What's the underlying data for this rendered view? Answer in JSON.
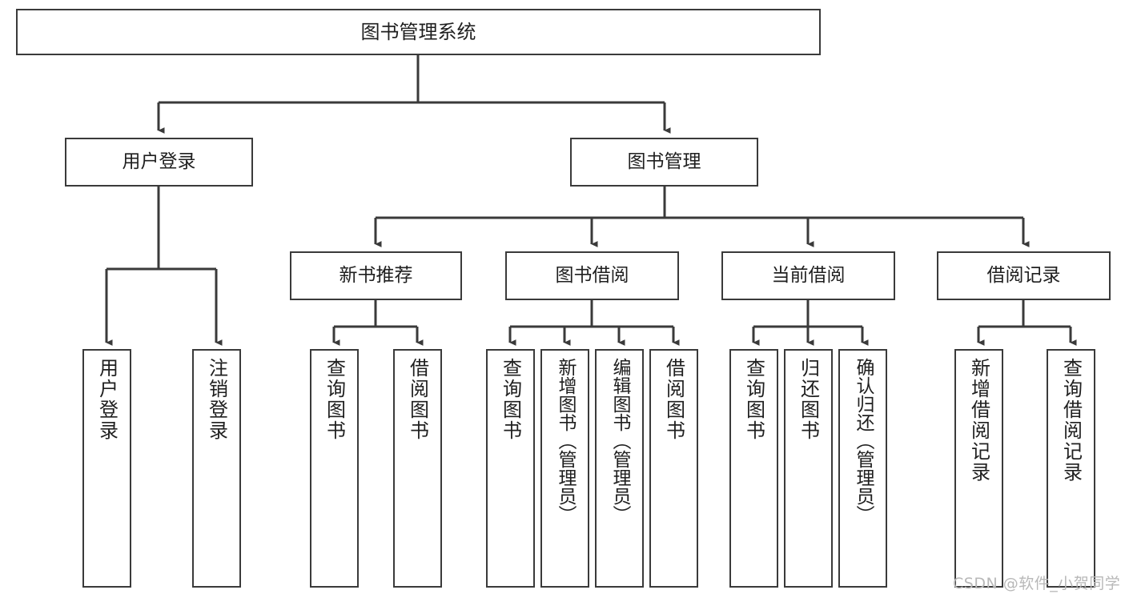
{
  "diagram": {
    "title": "图书管理系统",
    "type": "tree-hierarchy-diagram",
    "colors": {
      "box_border": "#3a3a3a",
      "box_fill": "#ffffff",
      "connector": "#3a3a3a",
      "text": "#1f1f1f",
      "watermark": "#b8b8b8",
      "background": "#ffffff"
    },
    "root": {
      "label": "图书管理系统"
    },
    "level1": [
      {
        "label": "用户登录"
      },
      {
        "label": "图书管理"
      }
    ],
    "level2": [
      {
        "label": "新书推荐"
      },
      {
        "label": "图书借阅"
      },
      {
        "label": "当前借阅"
      },
      {
        "label": "借阅记录"
      }
    ],
    "leaves": {
      "user_login": [
        {
          "label": "用户登录"
        },
        {
          "label": "注销登录"
        }
      ],
      "new_book_recommend": [
        {
          "label": "查询图书"
        },
        {
          "label": "借阅图书"
        }
      ],
      "book_borrow": [
        {
          "label": "查询图书"
        },
        {
          "label": "新增图书（管理员）"
        },
        {
          "label": "编辑图书（管理员）"
        },
        {
          "label": "借阅图书"
        }
      ],
      "current_borrow": [
        {
          "label": "查询图书"
        },
        {
          "label": "归还图书"
        },
        {
          "label": "确认归还（管理员）"
        }
      ],
      "borrow_record": [
        {
          "label": "新增借阅记录"
        },
        {
          "label": "查询借阅记录"
        }
      ]
    }
  },
  "watermark": {
    "text": "CSDN @软件_小贺同学"
  }
}
